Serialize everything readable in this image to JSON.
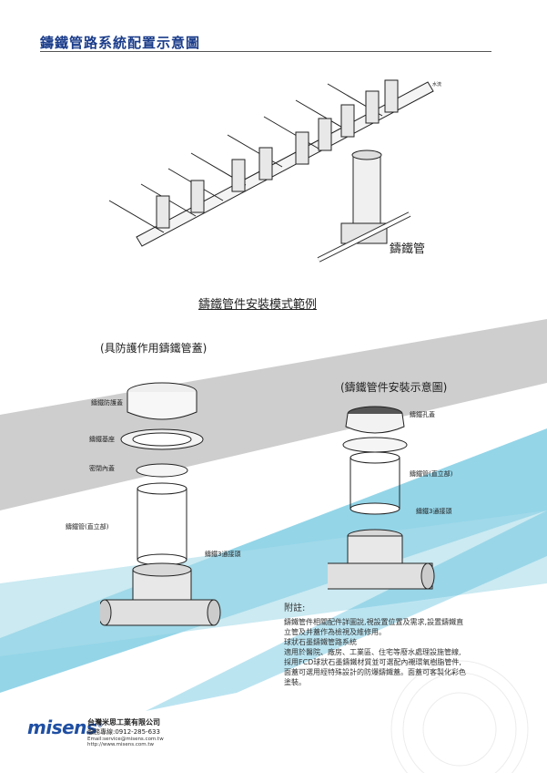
{
  "header": {
    "title": "鑄鐵管路系統配置示意圖"
  },
  "top_diagram": {
    "flow_label": "水流",
    "pipe_label": "鑄鐵管",
    "caption": "鑄鐵管件安裝模式範例"
  },
  "left_exploded": {
    "heading": "(具防護作用鑄鐵管蓋)",
    "labels": {
      "cover": "鑄鐵防護蓋",
      "base": "鑄鐵基座",
      "inner_cover": "密閉內蓋",
      "riser": "鑄鐵管(直立部)",
      "tee": "鑄鐵3通接頭"
    }
  },
  "right_exploded": {
    "heading": "(鑄鐵管件安裝示意圖)",
    "labels": {
      "grate": "鑄鐵孔蓋",
      "riser": "鑄鐵管(直立部)",
      "tee": "鑄鐵3通接頭"
    }
  },
  "notes": {
    "heading": "附註:",
    "lines": [
      "鑄鐵管件相關配件詳圖說,視設置位置及需求,設置鑄鐵直",
      "立管及井蓋作為檢視及維修用。",
      "球狀石墨鑄鐵管路系統",
      "適用於醫院、廠房、工業區、住宅等廢水處理設施管線,",
      "採用FCD球狀石墨鑄鐵材質並可選配內襯環氧樹脂管件,",
      "面蓋可選用經特殊設計的防爆鑄鐵蓋。面蓋可客製化彩色",
      "塗裝。"
    ]
  },
  "footer": {
    "brand": "misens",
    "registered": "®",
    "company": "台灣米思工業有限公司",
    "phone": "服務專線:0912-285-633",
    "email": "Email:service@misens.com.tw",
    "website": "http://www.misens.com.tw"
  },
  "colors": {
    "title": "#1a3c8a",
    "brand": "#1f4fa3",
    "band_light_blue": "#a9dcea",
    "band_blue": "#3db3d6",
    "band_gray": "#bdbdbd"
  }
}
